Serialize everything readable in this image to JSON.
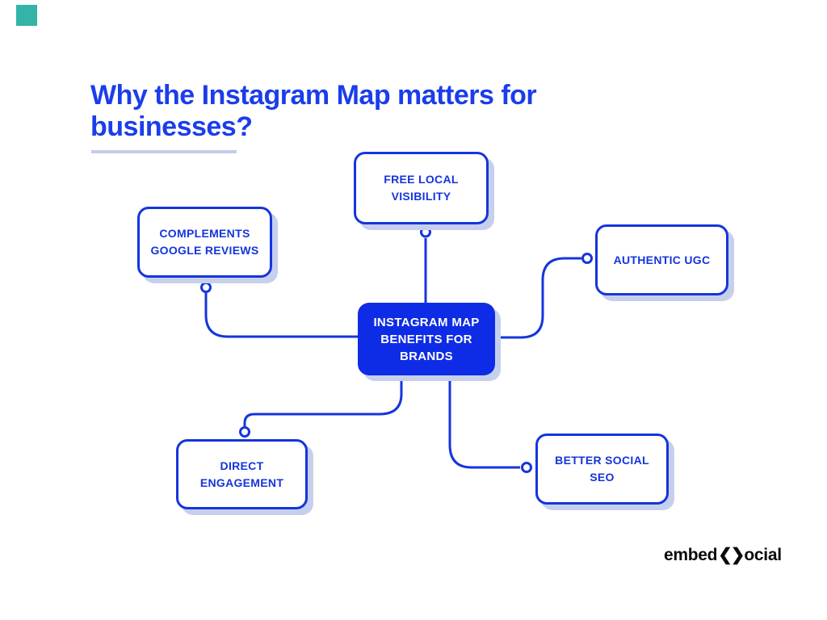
{
  "colors": {
    "accent_blue": "#1535dc",
    "center_fill_blue": "#0e2ce6",
    "title_blue": "#1b3deb",
    "shadow_periwinkle": "#c6d0ed",
    "underline_gray_blue": "#c2cee8",
    "logo_black": "#0b0b0d",
    "marker_teal": "#34b3a7",
    "background": "#ffffff"
  },
  "title": {
    "text": "Why the Instagram Map matters for businesses?"
  },
  "diagram": {
    "center": {
      "label": "INSTAGRAM MAP BENEFITS FOR BRANDS"
    },
    "nodes": [
      {
        "id": "free-local-visibility",
        "label": "FREE LOCAL VISIBILITY"
      },
      {
        "id": "complements-google-reviews",
        "label": "COMPLEMENTS GOOGLE REVIEWS"
      },
      {
        "id": "authentic-ugc",
        "label": "AUTHENTIC UGC"
      },
      {
        "id": "direct-engagement",
        "label": "DIRECT ENGAGEMENT"
      },
      {
        "id": "better-social-seo",
        "label": "BETTER SOCIAL SEO"
      }
    ]
  },
  "logo": {
    "prefix": "embed",
    "glyph": "❮❯",
    "suffix": "ocial"
  }
}
